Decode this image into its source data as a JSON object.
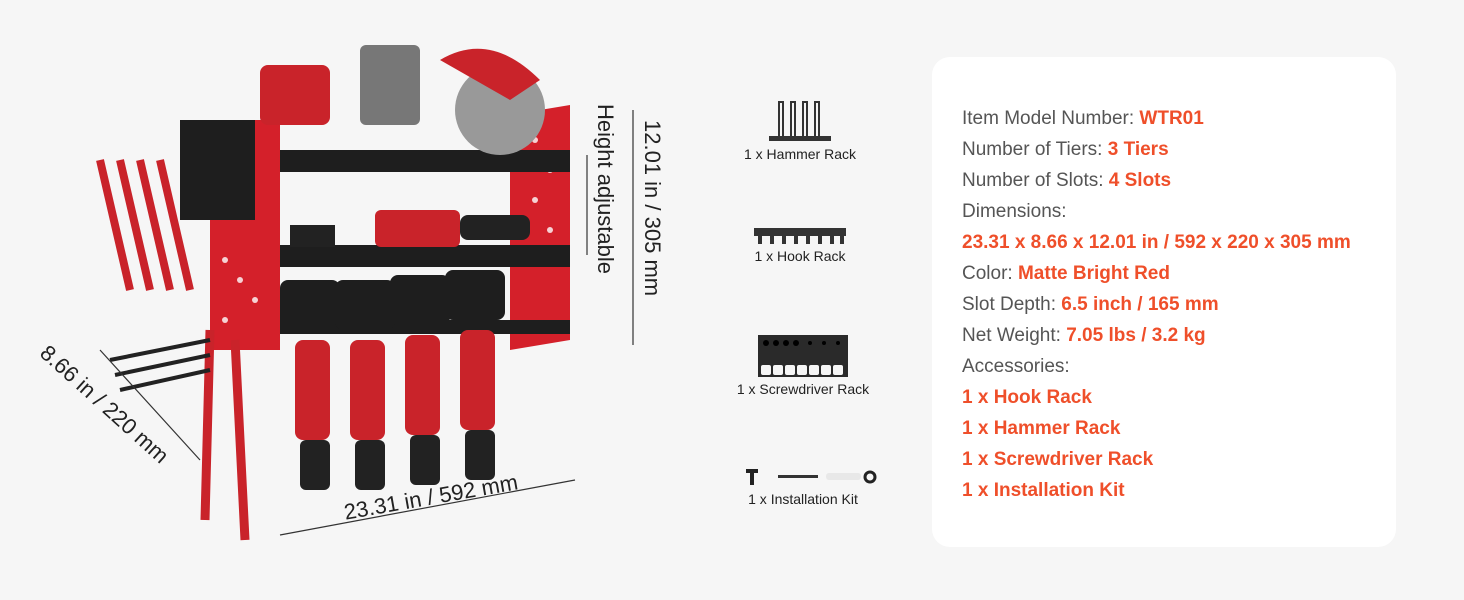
{
  "dimensions": {
    "width": "23.31 in  / 592 mm",
    "depth": "8.66 in  / 220 mm",
    "height": "12.01 in  / 305 mm",
    "adjustable": "Height adjustable"
  },
  "accessories_visual": [
    {
      "label": "1 x Hammer Rack",
      "icon": "hammer-rack-icon"
    },
    {
      "label": "1 x Hook Rack",
      "icon": "hook-rack-icon"
    },
    {
      "label": "1 x Screwdriver Rack",
      "icon": "screwdriver-rack-icon"
    },
    {
      "label": "1 x Installation Kit",
      "icon": "installation-kit-icon"
    }
  ],
  "specs": {
    "model_label": "Item Model Number: ",
    "model": "WTR01",
    "tiers_label": "Number of Tiers: ",
    "tiers": "3 Tiers",
    "slots_label": "Number of Slots: ",
    "slots": "4 Slots",
    "dimensions_label": "Dimensions:",
    "dimensions": "23.31 x 8.66 x 12.01 in / 592 x 220 x 305 mm",
    "color_label": "Color: ",
    "color": "Matte Bright Red",
    "depth_label": "Slot Depth: ",
    "depth": "6.5 inch / 165 mm",
    "weight_label": "Net Weight: ",
    "weight": "7.05 lbs / 3.2 kg",
    "accessories_label": "Accessories:",
    "accessories": [
      "1 x Hook Rack",
      "1 x Hammer Rack",
      "1 x Screwdriver Rack",
      "1 x Installation Kit"
    ]
  },
  "colors": {
    "accent": "#ef4f2a",
    "rack_red": "#d4202a",
    "dark": "#1e1e1e"
  }
}
